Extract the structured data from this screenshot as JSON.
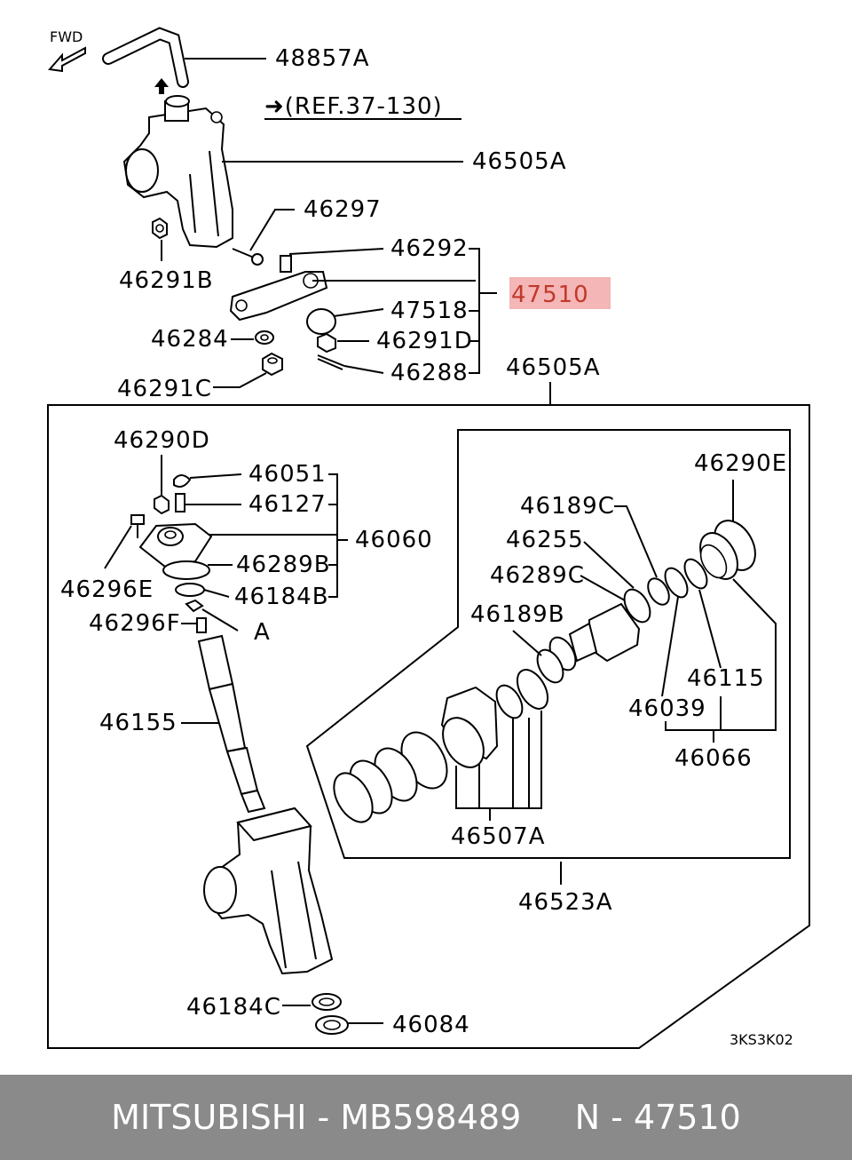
{
  "diagram": {
    "fwd": "FWD",
    "ref": "➜(REF.37-130)",
    "drawing_code": "3KS3K02",
    "highlight": {
      "label": "47510",
      "color": "#f4b6b6",
      "text_color": "#c0392b"
    },
    "labels": {
      "l48857A": "48857A",
      "l46505A_top": "46505A",
      "l46297": "46297",
      "l46292": "46292",
      "l46291B": "46291B",
      "l47518": "47518",
      "l46284": "46284",
      "l46291D": "46291D",
      "l46288": "46288",
      "l46291C": "46291C",
      "l46505A_box": "46505A",
      "l46290D": "46290D",
      "l46051": "46051",
      "l46127": "46127",
      "l46060": "46060",
      "l46296E": "46296E",
      "l46289B": "46289B",
      "l46184B": "46184B",
      "l46296F": "46296F",
      "lA": "A",
      "l46155": "46155",
      "l46290E": "46290E",
      "l46189C": "46189C",
      "l46255": "46255",
      "l46289C": "46289C",
      "l46189B": "46189B",
      "l46115": "46115",
      "l46039": "46039",
      "l46066": "46066",
      "l46507A": "46507A",
      "l46523A": "46523A",
      "l46184C": "46184C",
      "l46084": "46084"
    }
  },
  "footer": {
    "text": "MITSUBISHI - MB598489     N - 47510",
    "background": "#8a8a8a"
  }
}
